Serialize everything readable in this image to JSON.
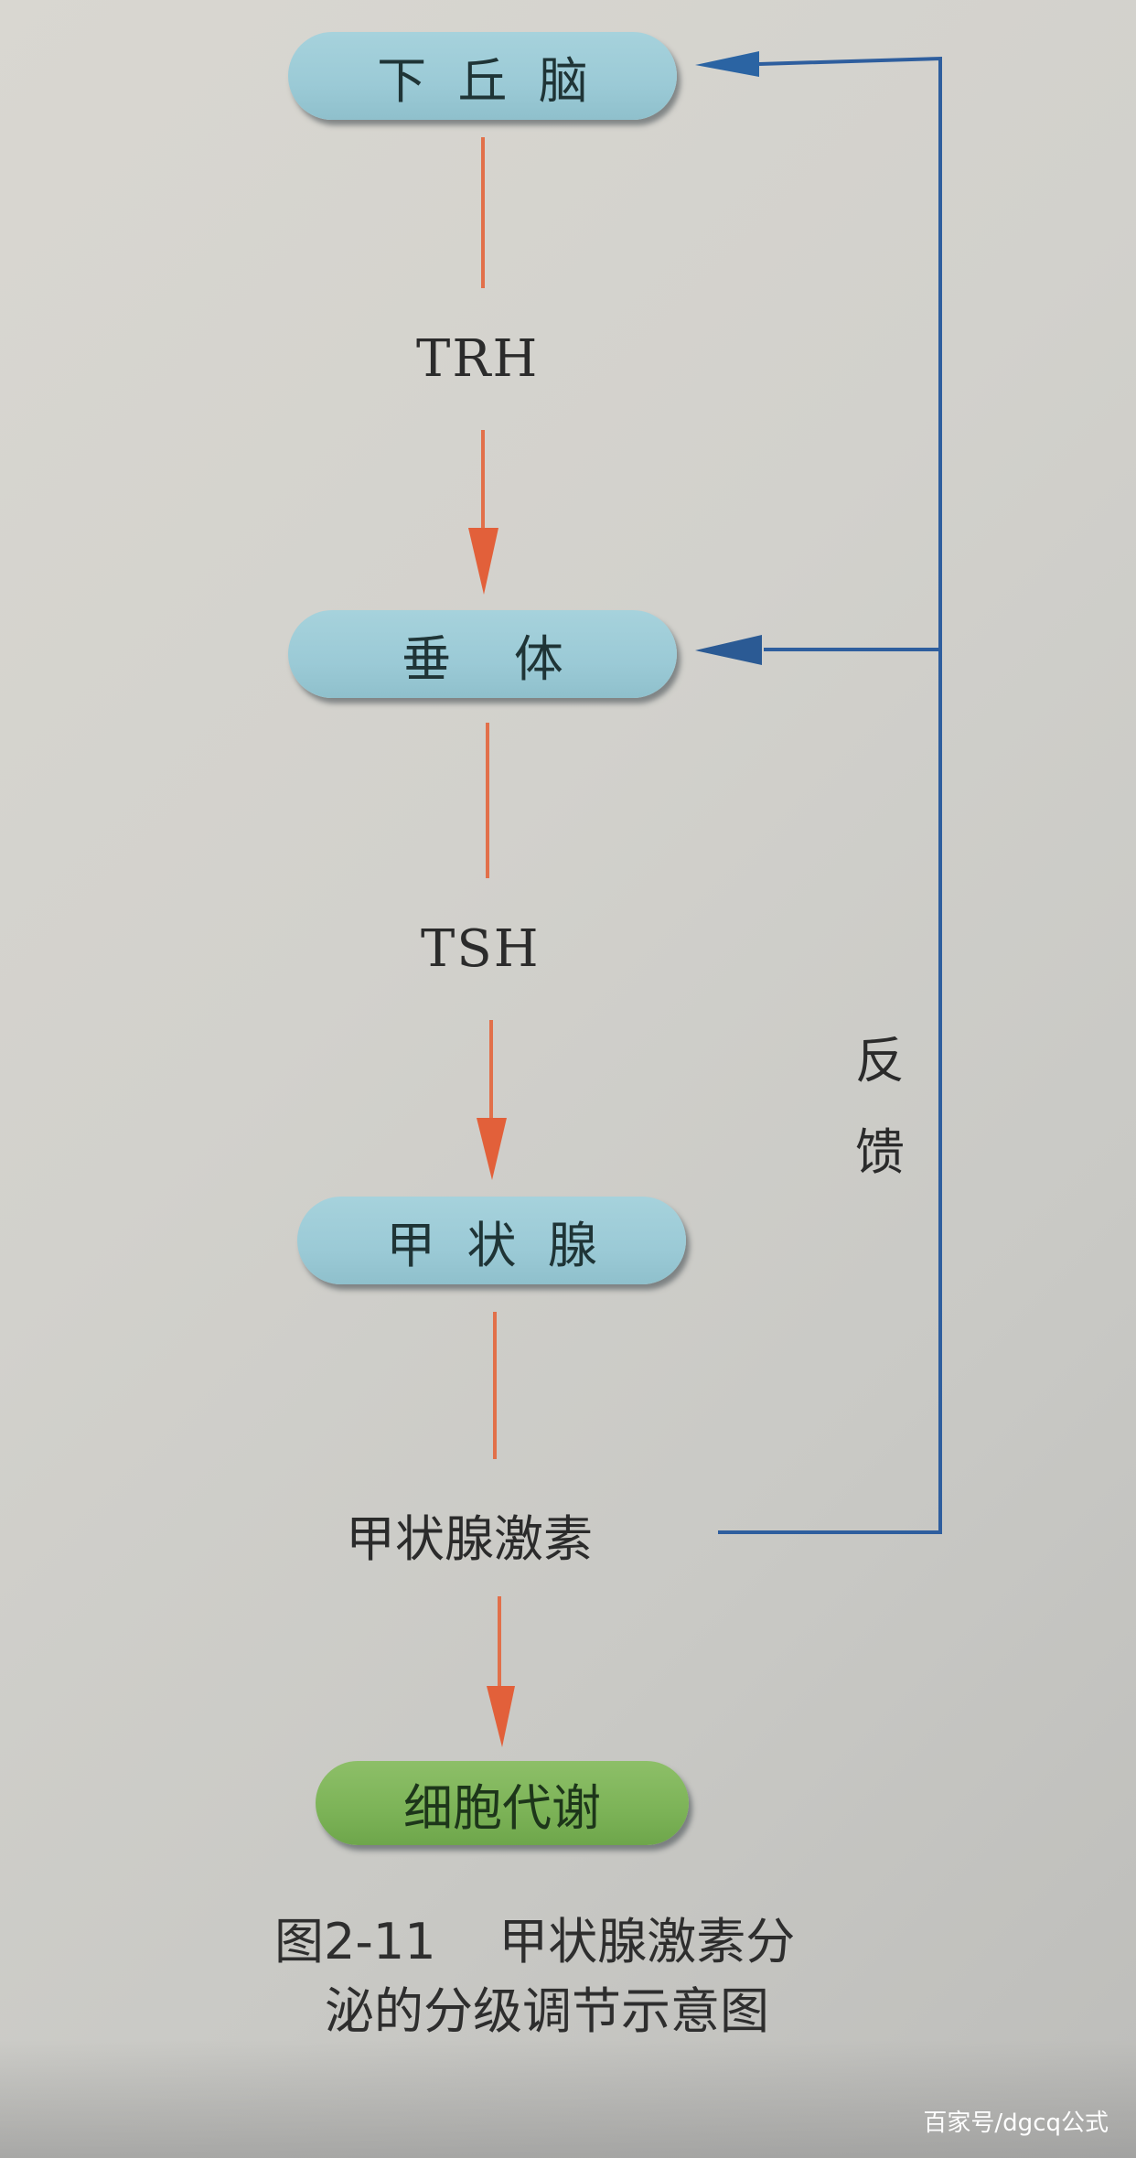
{
  "diagram": {
    "nodes": {
      "hypothalamus": "下  丘  脑",
      "pituitary": "垂    体",
      "thyroid": "甲  状  腺",
      "metabolism": "细胞代谢"
    },
    "signals": {
      "trh": "TRH",
      "tsh": "TSH",
      "thyroid_hormone": "甲状腺激素"
    },
    "feedback_label": {
      "char1": "反",
      "char2": "馈"
    },
    "colors": {
      "node_blue": "#9bcad6",
      "node_green": "#7cb357",
      "arrow_orange": "#e2603a",
      "feedback_blue": "#2e5e9e",
      "background": "#d5d4cf"
    }
  },
  "caption": {
    "line1": "图2-11    甲状腺激素分",
    "line2": "泌的分级调节示意图"
  },
  "watermark": "百家号/dgcq公式"
}
